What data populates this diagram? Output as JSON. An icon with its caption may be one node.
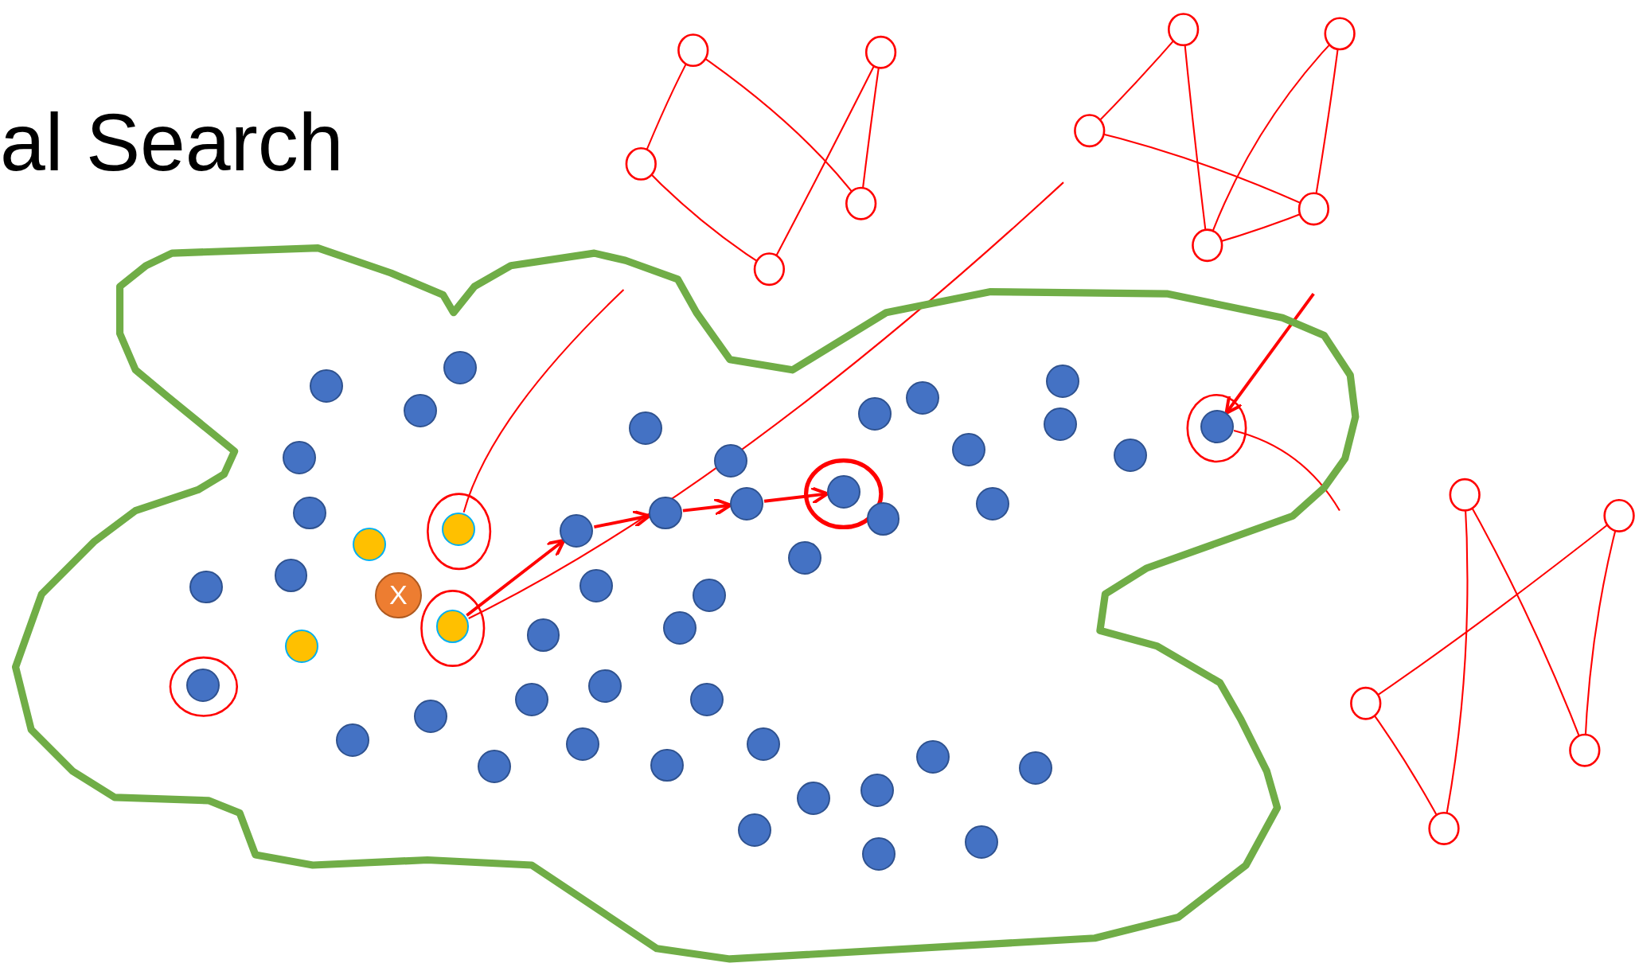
{
  "diagram": {
    "title": "al Search",
    "nodes": [
      {
        "text": [],
        "shape": "blob"
      },
      {
        "text": [],
        "shape": "circle",
        "in": 0
      },
      {
        "text": [],
        "shape": "circle",
        "in": 0
      },
      {
        "text": [],
        "shape": "circle",
        "in": 0
      },
      {
        "text": [],
        "shape": "circle",
        "in": 0
      },
      {
        "text": [],
        "shape": "circle",
        "in": 0
      },
      {
        "text": [],
        "shape": "circle",
        "in": 0
      },
      {
        "text": [],
        "shape": "circle",
        "in": 0
      },
      {
        "text": [],
        "shape": "circle",
        "in": 0
      },
      {
        "text": [],
        "shape": "circle",
        "in": 0
      },
      {
        "text": [
          "X"
        ],
        "in": 0
      },
      {
        "text": [],
        "shape": "circle",
        "in": 0
      },
      {
        "text": [],
        "shape": "circle",
        "in": 0
      },
      {
        "text": [],
        "shape": "circle",
        "in": 0
      },
      {
        "text": [],
        "shape": "circle",
        "in": 0
      },
      {
        "text": [],
        "shape": "circle",
        "in": 0
      },
      {
        "text": [],
        "shape": "circle",
        "in": 0
      },
      {
        "text": [],
        "shape": "circle",
        "in": 0
      },
      {
        "text": [],
        "shape": "circle",
        "in": 0
      },
      {
        "text": [],
        "shape": "circle",
        "in": 0
      },
      {
        "text": [],
        "shape": "circle",
        "in": 0
      },
      {
        "text": [],
        "shape": "circle",
        "in": 0
      },
      {
        "text": [],
        "shape": "circle",
        "in": 0
      },
      {
        "text": [],
        "shape": "circle",
        "in": 0
      },
      {
        "text": [],
        "shape": "circle",
        "in": 0
      },
      {
        "text": [],
        "shape": "circle",
        "in": 0
      },
      {
        "text": [],
        "shape": "circle",
        "in": 0
      },
      {
        "text": [],
        "shape": "circle",
        "in": 0
      },
      {
        "text": [],
        "shape": "circle",
        "in": 0
      },
      {
        "text": [],
        "shape": "circle",
        "in": 0
      },
      {
        "text": [],
        "shape": "circle",
        "in": 0
      },
      {
        "text": [],
        "shape": "circle",
        "in": 0
      },
      {
        "text": [],
        "shape": "circle",
        "in": 0
      },
      {
        "text": [],
        "shape": "circle",
        "in": 0
      },
      {
        "text": [],
        "shape": "circle",
        "in": 0
      },
      {
        "text": [],
        "shape": "circle",
        "in": 0
      },
      {
        "text": [],
        "shape": "circle",
        "in": 0
      },
      {
        "text": [],
        "shape": "circle",
        "in": 0
      },
      {
        "text": [],
        "shape": "circle",
        "in": 0
      },
      {
        "text": [],
        "shape": "circle",
        "in": 0
      },
      {
        "text": [],
        "shape": "circle",
        "in": 0
      },
      {
        "text": [],
        "shape": "circle",
        "in": 0
      },
      {
        "text": [],
        "shape": "circle",
        "in": 0
      },
      {
        "text": [],
        "shape": "circle",
        "in": 0
      },
      {
        "text": [],
        "shape": "circle",
        "in": 0
      },
      {
        "text": [],
        "shape": "circle",
        "in": 0
      },
      {
        "text": [],
        "shape": "circle",
        "in": 0
      },
      {
        "text": [],
        "shape": "circle",
        "in": 0
      },
      {
        "text": [],
        "shape": "circle",
        "in": 0
      },
      {
        "text": [],
        "shape": "circle",
        "in": 0
      },
      {
        "text": [],
        "shape": "picture"
      },
      {
        "text": [],
        "shape": "picture"
      },
      {
        "text": [],
        "shape": "picture"
      }
    ],
    "edges": [
      {
        "from": 13,
        "to": 19,
        "arrow": "to",
        "color": "#ff0000"
      },
      {
        "from": 19,
        "to": 24,
        "arrow": "to",
        "color": "#ff0000"
      },
      {
        "from": 24,
        "to": 30,
        "arrow": "to",
        "color": "#ff0000"
      },
      {
        "from": 30,
        "to": 35,
        "arrow": "to",
        "color": "#ff0000"
      },
      {
        "from": 14,
        "to": 50,
        "arrow": "none",
        "color": "#ff0000"
      },
      {
        "from": 13,
        "to": 51,
        "arrow": "none",
        "color": "#ff0000"
      },
      {
        "from": 49,
        "to": 52,
        "arrow": "none",
        "color": "#ff0000"
      },
      {
        "from": null,
        "to": 49,
        "arrow": "to",
        "color": "#ff0000"
      }
    ]
  }
}
